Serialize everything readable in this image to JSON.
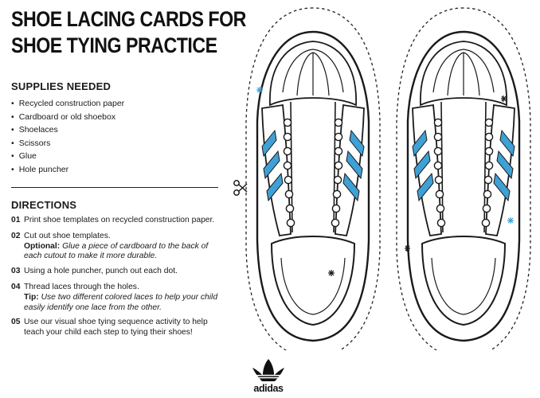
{
  "title": {
    "line1": "SHOE LACING CARDS FOR",
    "line2": "SHOE TYING PRACTICE"
  },
  "supplies": {
    "heading": "SUPPLIES NEEDED",
    "items": [
      "Recycled construction paper",
      "Cardboard or old shoebox",
      "Shoelaces",
      "Scissors",
      "Glue",
      "Hole puncher"
    ]
  },
  "directions": {
    "heading": "DIRECTIONS",
    "steps": [
      {
        "num": "01",
        "text": "Print shoe templates on recycled construction paper."
      },
      {
        "num": "02",
        "text": "Cut out shoe templates.",
        "sub_label": "Optional:",
        "sub_text": "Glue a piece of cardboard to the back of each cutout to make it more durable."
      },
      {
        "num": "03",
        "text": "Using a hole puncher, punch out each dot."
      },
      {
        "num": "04",
        "text": "Thread laces through the holes.",
        "sub_label": "Tip:",
        "sub_text": "Use two different colored laces to help your child easily identify one lace from the other."
      },
      {
        "num": "05",
        "text": "Use our visual shoe tying sequence activity to help teach your child each step to tying their shoes!"
      }
    ]
  },
  "logo": {
    "wordmark": "adidas"
  },
  "icons": {
    "cut": "scissors-icon",
    "sparkle": "sparkle-icon",
    "brand": "adidas-trefoil-logo"
  },
  "colors": {
    "stripe": "#3fa0d6",
    "ink": "#1a1a1a",
    "paper": "#ffffff"
  }
}
